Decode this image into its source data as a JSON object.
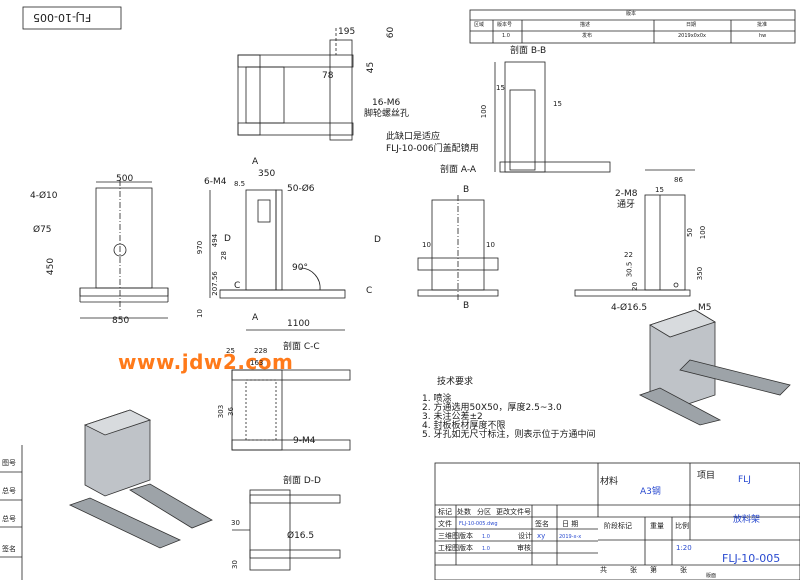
{
  "drawing_number_rotated": "FLJ-10-005",
  "watermark": "www.jdw2.com",
  "revision_table": {
    "title": "版本",
    "headers": [
      "区域",
      "版本号",
      "描述",
      "日期",
      "批准"
    ],
    "row": [
      "",
      "1.0",
      "发布",
      "2019x0x0x",
      "hw"
    ]
  },
  "views": {
    "section_bb": "剖面 B-B",
    "section_aa": "剖面 A-A",
    "section_cc": "剖面 C-C",
    "section_dd": "剖面 D-D"
  },
  "dims_top": {
    "d195": "195",
    "d60": "60",
    "d78": "78",
    "d45": "45",
    "holes": "16-M6",
    "holes_note": "脚轮螺丝孔"
  },
  "dims_left": {
    "d500": "500",
    "d10": "4-Ø10",
    "d75": "Ø75",
    "d450": "450",
    "d850": "850"
  },
  "dims_front": {
    "m4": "6-M4",
    "d85": "8.5",
    "d350": "350",
    "d50": "50-Ø6",
    "d494": "494",
    "d970": "970",
    "d28": "28",
    "d207": "207.56",
    "d10": "10",
    "d1100": "1100",
    "angle": "90°",
    "a": "A",
    "c": "C",
    "d": "D"
  },
  "dims_bb": {
    "d15": "15",
    "d100": "100",
    "d15b": "15",
    "note1": "此缺口是适应",
    "note2": "FLJ-10-006门盖配镜用"
  },
  "dims_aa": {
    "b": "B",
    "d10a": "10",
    "d10b": "10"
  },
  "dims_right": {
    "m8": "2-M8",
    "tap": "通牙",
    "d15": "15",
    "d86": "86",
    "d50": "50",
    "d100": "100",
    "d22": "22",
    "d305": "30.5",
    "d20": "20",
    "d350": "350",
    "d165": "4-Ø16.5",
    "m5": "M5"
  },
  "dims_cc": {
    "d25": "25",
    "d228": "228",
    "d163": "163",
    "d303": "303",
    "d36": "36",
    "m4": "9-M4"
  },
  "dims_dd": {
    "d30a": "30",
    "d30b": "30",
    "d165": "Ø16.5"
  },
  "tech_req": {
    "title": "技术要求",
    "items": [
      "1.  喷涂",
      "2.  方通选用50X50，厚度2.5~3.0",
      "3.  未注公差±2",
      "4.  封板板材厚度不限",
      "5.  牙孔如无尺寸标注，则表示位于方通中间"
    ]
  },
  "title_block": {
    "material_label": "材料",
    "material": "A3钢",
    "project_label": "项目",
    "project": "FLJ",
    "name": "放料架",
    "number": "FLJ-10-005",
    "scale": "1:20",
    "row_labels": [
      "标记",
      "处数",
      "分区",
      "更改文件号"
    ],
    "file_label": "文件",
    "file_val": "FLJ-10-005.dwg",
    "sign": "签名",
    "date": "日 期",
    "stage": "阶段标记",
    "weight": "重量",
    "ratio": "比例",
    "ver3d_label": "三维图版本",
    "ver3d": "1.0",
    "design": "设计",
    "designer": "xy",
    "design_date": "2019-x-x",
    "engver_label": "工程图版本",
    "engver": "1.0",
    "review": "审核",
    "total": "共",
    "sheet": "张",
    "page": "第",
    "page2": "张",
    "footer": "版面"
  },
  "side_strip": [
    "图号",
    "总号",
    "总号",
    "签名"
  ]
}
